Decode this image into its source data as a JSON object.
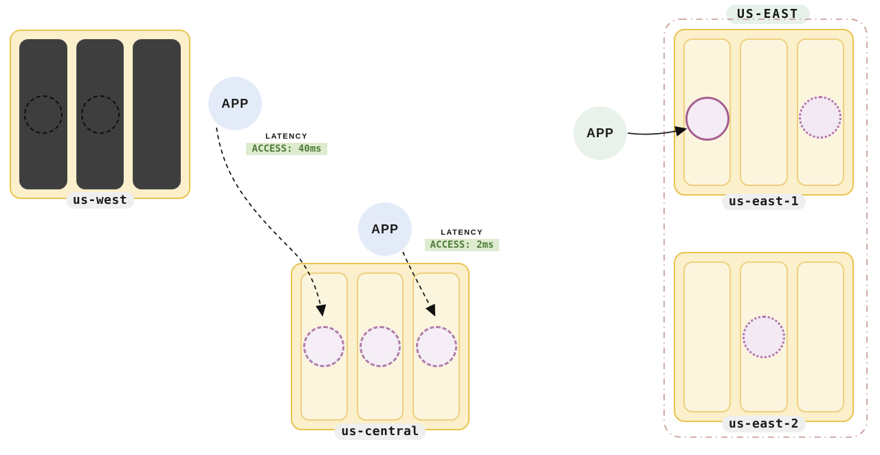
{
  "groups": {
    "us_east": {
      "label": "US-EAST"
    }
  },
  "regions": {
    "us_west": {
      "label": "us-west"
    },
    "us_central": {
      "label": "us-central"
    },
    "us_east_1": {
      "label": "us-east-1"
    },
    "us_east_2": {
      "label": "us-east-2"
    }
  },
  "apps": {
    "west_app": {
      "label": "APP"
    },
    "central_app": {
      "label": "APP"
    },
    "east_app": {
      "label": "APP"
    }
  },
  "latency": {
    "west": {
      "title": "LATENCY",
      "value": "ACCESS: 40ms"
    },
    "central": {
      "title": "LATENCY",
      "value": "ACCESS: 2ms"
    }
  },
  "colors": {
    "region_fill": "#FBF0CB",
    "region_border": "#E8C34F",
    "zone_fill_light": "#FCF5DE",
    "zone_border_light": "#EFCF7E",
    "zone_fill_dark": "#3E3E3E",
    "pod_dashed_purple": "#B07CA8",
    "pod_solid_purple": "#A45E8F",
    "pod_fill": "#F5EEF6",
    "app_blue": "#E4EBF8",
    "app_green": "#E9F2EA",
    "badge_bg": "#DDEBCE",
    "badge_text": "#4F7C3C",
    "label_pill_bg": "#EFEFEF",
    "group_pill_bg": "#E6F1E9",
    "group_border": "#C2948A",
    "arrow": "#1a1a1a"
  }
}
